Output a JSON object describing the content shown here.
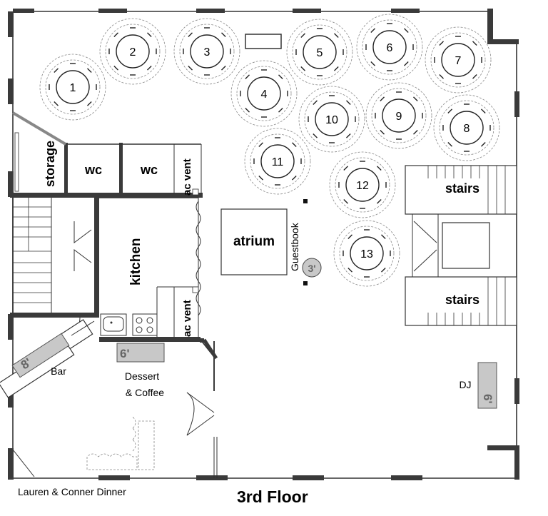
{
  "footer": {
    "event_name": "Lauren & Conner Dinner",
    "floor_title": "3rd Floor"
  },
  "rooms": {
    "storage": "storage",
    "wc1": "wc",
    "wc2": "wc",
    "ac_vent_top": "ac vent",
    "ac_vent_bottom": "ac vent",
    "kitchen": "kitchen",
    "atrium": "atrium",
    "stairs_top": "stairs",
    "stairs_bottom": "stairs",
    "bar": "Bar",
    "dessert_coffee_line1": "Dessert",
    "dessert_coffee_line2": "& Coffee",
    "dj": "DJ",
    "guestbook": "Guestbook"
  },
  "tables": [
    "1",
    "2",
    "3",
    "4",
    "5",
    "6",
    "7",
    "8",
    "9",
    "10",
    "11",
    "12",
    "13"
  ],
  "table_sizes": {
    "bar_table": "8'",
    "dessert_table": "6'",
    "dj_table": "6'",
    "guestbook_table": "3'"
  }
}
